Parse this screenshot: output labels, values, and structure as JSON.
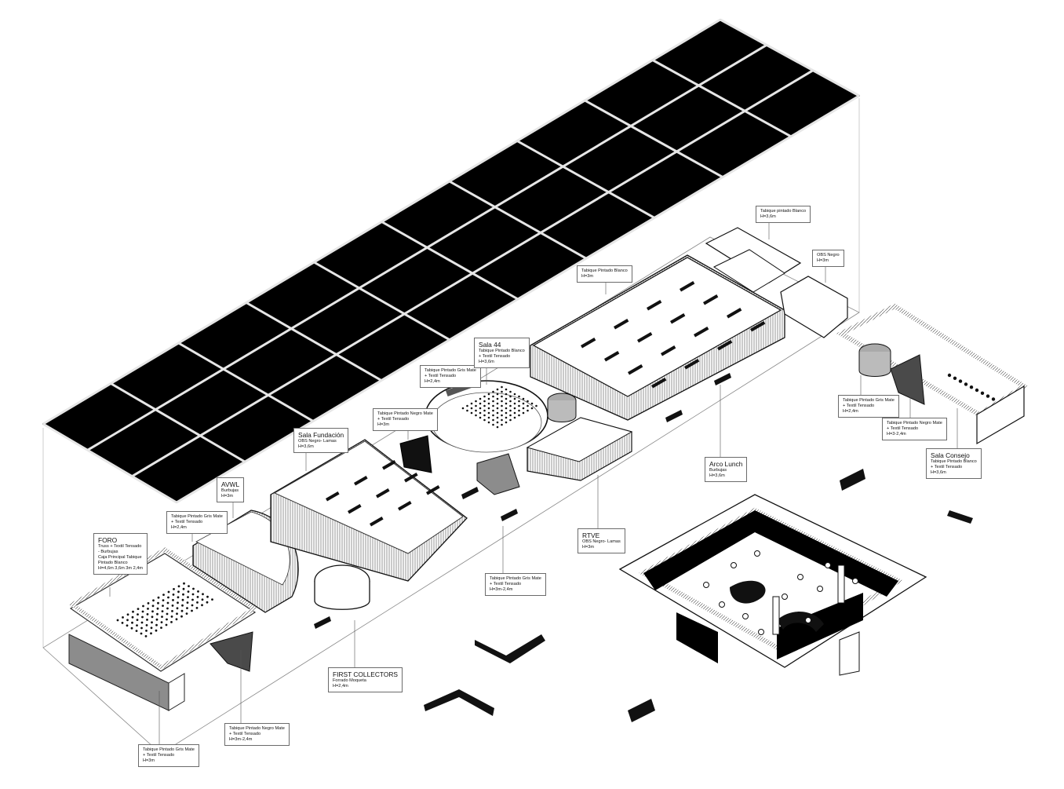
{
  "labels": {
    "foro": {
      "title": "FORO",
      "lines": [
        "Truss + Textil Tensado",
        "- Burbujas",
        "Caja Principal Tabique",
        "Pintado Blanco",
        "H=4,6m 3,6m 3m 2,4m"
      ]
    },
    "tabique_gris_foro": {
      "title": "",
      "lines": [
        "Tabique Pintado Gris Mate",
        "+ Textil Tensado",
        "H=2,4m"
      ]
    },
    "avwl": {
      "title": "AVWL",
      "lines": [
        "Burbujas",
        "H=3m"
      ]
    },
    "sala_fundacion": {
      "title": "Sala Fundación",
      "lines": [
        "OBS Negro- Lamas",
        "H=3,6m"
      ]
    },
    "tabique_negro_44": {
      "title": "",
      "lines": [
        "Tabique Pintado Negro Mate",
        "+ Textil Tensado",
        "H=3m"
      ]
    },
    "tabique_gris_44": {
      "title": "",
      "lines": [
        "Tabique Pintado Gris Mate",
        "+ Textil Tensado",
        "H=2,4m"
      ]
    },
    "sala_44": {
      "title": "Sala 44",
      "lines": [
        "Tabique Pintado Blanco",
        "+ Textil Tensado",
        "H=3,6m"
      ]
    },
    "tabique_blanco_lunch": {
      "title": "",
      "lines": [
        "Tabique Pintado Blanco",
        "H=3m"
      ]
    },
    "tabique_blanco_top": {
      "title": "",
      "lines": [
        "Tabique pintado Blanco",
        "H=3,6m"
      ]
    },
    "obs_negro": {
      "title": "",
      "lines": [
        "OBS Negro",
        "H=3m"
      ]
    },
    "arco_lunch": {
      "title": "Arco Lunch",
      "lines": [
        "Burbujas",
        "H=3,6m"
      ]
    },
    "rtve": {
      "title": "RTVE",
      "lines": [
        "OBS Negro- Lamas",
        "H=3m"
      ]
    },
    "tabique_gris_center": {
      "title": "",
      "lines": [
        "Tabique Pintado Gris Mate",
        "+ Textil Tensado",
        "H=3m-2,4m"
      ]
    },
    "first_collectors": {
      "title": "FIRST COLLECTORS",
      "lines": [
        "Forrado Moqueta",
        "H=2,4m"
      ]
    },
    "tabique_negro_bottom": {
      "title": "",
      "lines": [
        "Tabique Pintado Negro Mate",
        "+ Textil Tensado",
        "H=3m-2,4m"
      ]
    },
    "tabique_gris_bottom": {
      "title": "",
      "lines": [
        "Tabique Pintado Gris Mate",
        "+ Textil Tensado",
        "H=3m"
      ]
    },
    "tabique_gris_consejo": {
      "title": "",
      "lines": [
        "Tabique Pintado Gris Mate",
        "+ Textil Tensado",
        "H=2,4m"
      ]
    },
    "tabique_negro_consejo": {
      "title": "",
      "lines": [
        "Tabique Pintado Negro Mate",
        "+ Textil Tensado",
        "H=3-2,4m"
      ]
    },
    "sala_consejo": {
      "title": "Sala Consejo",
      "lines": [
        "Tabique Pintado Blanco",
        "+ Textil Tensado",
        "H=3,6m"
      ]
    }
  },
  "colors": {
    "ink": "#111111",
    "fill_black": "#000000",
    "grey_mid": "#8c8c8c",
    "grey_dark": "#4a4a4a",
    "truss": "#d9d9d9",
    "leader": "#555555"
  }
}
